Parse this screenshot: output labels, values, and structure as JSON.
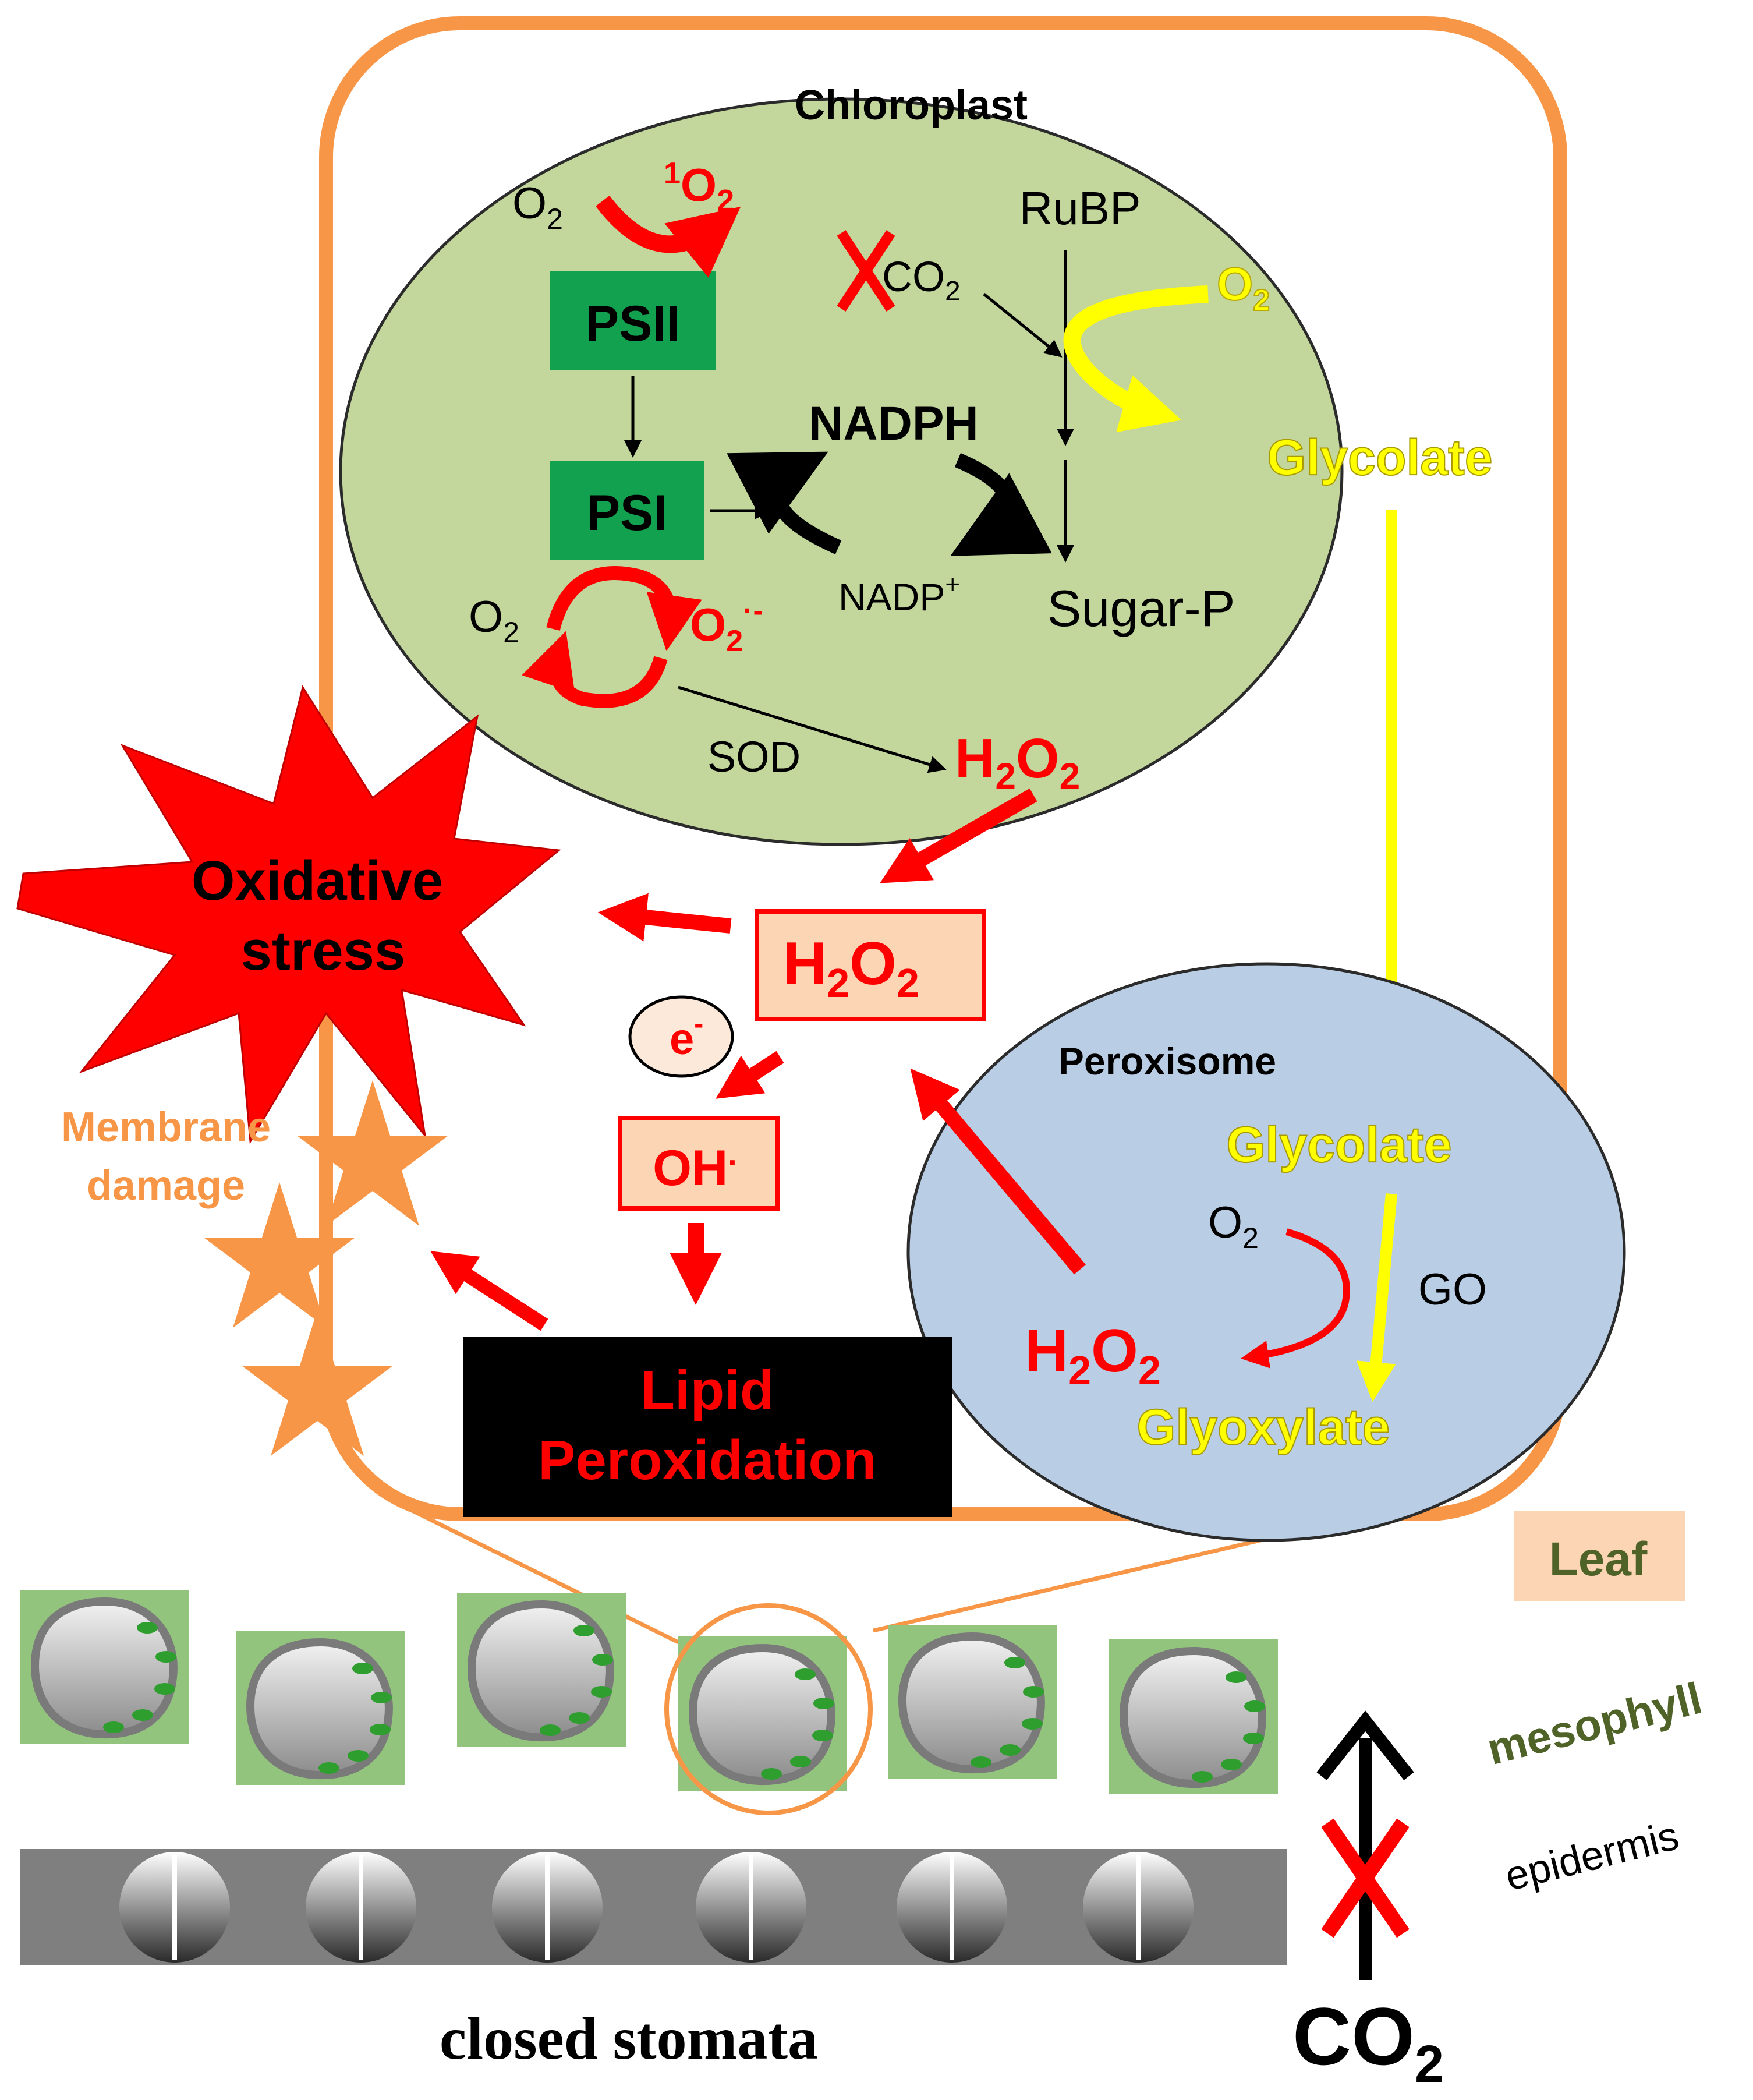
{
  "chloroplast": {
    "title": "Chloroplast",
    "o2_in": "O",
    "o2_in_sub": "2",
    "singlet_sup": "1",
    "singlet_o": "O",
    "singlet_sub": "2",
    "psii": "PSII",
    "psi": "PSI",
    "nadph": "NADPH",
    "nadp": "NADP",
    "nadp_sup": "+",
    "o2_psi": "O",
    "o2_psi_sub": "2",
    "superoxide_o": "O",
    "superoxide_sub": "2",
    "superoxide_sup": "·-",
    "sod": "SOD",
    "h2o2_h": "H",
    "h2o2_sub1": "2",
    "h2o2_o": "O",
    "h2o2_sub2": "2",
    "rubp": "RuBP",
    "co2_c": "CO",
    "co2_sub": "2",
    "o2_yellow": "O",
    "o2_yellow_sub": "2",
    "glycolate": "Glycolate",
    "sugarp": "Sugar-P"
  },
  "center": {
    "h2o2_h": "H",
    "h2o2_sub1": "2",
    "h2o2_o": "O",
    "h2o2_sub2": "2",
    "electron": "e",
    "electron_sup": "-",
    "hydroxyl": "OH",
    "hydroxyl_sup": "·",
    "lipid_line1": "Lipid",
    "lipid_line2": "Peroxidation"
  },
  "stress": {
    "line1": "Oxidative",
    "line2": "stress",
    "membrane_line1": "Membrane",
    "membrane_line2": "damage"
  },
  "peroxisome": {
    "title": "Peroxisome",
    "glycolate": "Glycolate",
    "o2": "O",
    "o2_sub": "2",
    "go": "GO",
    "h2o2_h": "H",
    "h2o2_sub1": "2",
    "h2o2_o": "O",
    "h2o2_sub2": "2",
    "glyoxylate": "Glyoxylate"
  },
  "leaf": {
    "leaf": "Leaf",
    "mesophyll": "mesophyll",
    "epidermis": "epidermis",
    "closed_stomata": "closed stomata",
    "co2": "CO",
    "co2_sub": "2"
  },
  "colors": {
    "orange": "#f79646",
    "chloroplast_fill": "#c3d69b",
    "peroxisome_fill": "#b9cde5",
    "ps_green": "#12a14e",
    "red": "#ff0000",
    "yellow": "#ffff00"
  }
}
